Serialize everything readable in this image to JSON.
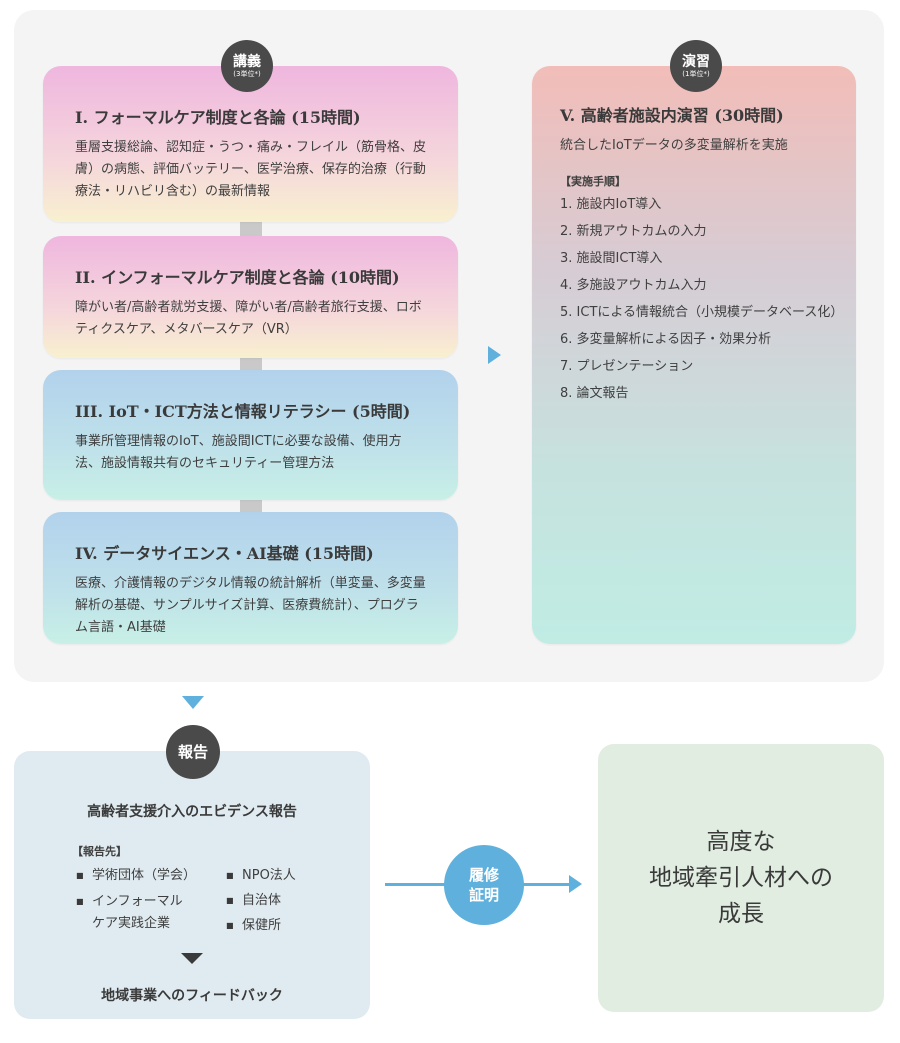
{
  "lecture": {
    "badge": "講義",
    "badge_sub": "(3単位*)",
    "cards": [
      {
        "title": "I. フォーマルケア制度と各論 (15時間)",
        "body": "重層支援総論、認知症・うつ・痛み・フレイル（筋骨格、皮膚）の病態、評価バッテリー、医学治療、保存的治療（行動療法・リハビリ含む）の最新情報"
      },
      {
        "title": "II. インフォーマルケア制度と各論 (10時間)",
        "body": "障がい者/高齢者就労支援、障がい者/高齢者旅行支援、ロボティクスケア、メタバースケア（VR）"
      },
      {
        "title": "III. IoT・ICT方法と情報リテラシー (5時間)",
        "body": "事業所管理情報のIoT、施設間ICTに必要な設備、使用方法、施設情報共有のセキュリティー管理方法"
      },
      {
        "title": "IV. データサイエンス・AI基礎 (15時間)",
        "body": "医療、介護情報のデジタル情報の統計解析（単変量、多変量解析の基礎、サンプルサイズ計算、医療費統計）、プログラム言語・AI基礎"
      }
    ]
  },
  "practice": {
    "badge": "演習",
    "badge_sub": "(1単位*)",
    "title": "V. 高齢者施設内演習 (30時間)",
    "subtitle": "統合したIoTデータの多変量解析を実施",
    "steps_header": "【実施手順】",
    "steps": [
      "1. 施設内IoT導入",
      "2. 新規アウトカムの入力",
      "3. 施設間ICT導入",
      "4. 多施設アウトカム入力",
      "5. ICTによる情報統合（小規模データベース化）",
      "6. 多変量解析による因子・効果分析",
      "7. プレゼンテーション",
      "8. 論文報告"
    ]
  },
  "report": {
    "badge": "報告",
    "title": "高齢者支援介入のエビデンス報告",
    "dest_header": "【報告先】",
    "dest_col1": [
      "学術団体（学会）",
      "インフォーマル\nケア実践企業"
    ],
    "dest_col2": [
      "NPO法人",
      "自治体",
      "保健所"
    ],
    "feedback": "地域事業へのフィードバック"
  },
  "certificate": {
    "line1": "履修",
    "line2": "証明"
  },
  "result": {
    "text": "高度な\n地域牽引人材への\n成長"
  },
  "colors": {
    "accent_blue": "#5fb0dc",
    "badge_dark": "#4a4a4a",
    "panel_bg": "#f4f4f4"
  }
}
